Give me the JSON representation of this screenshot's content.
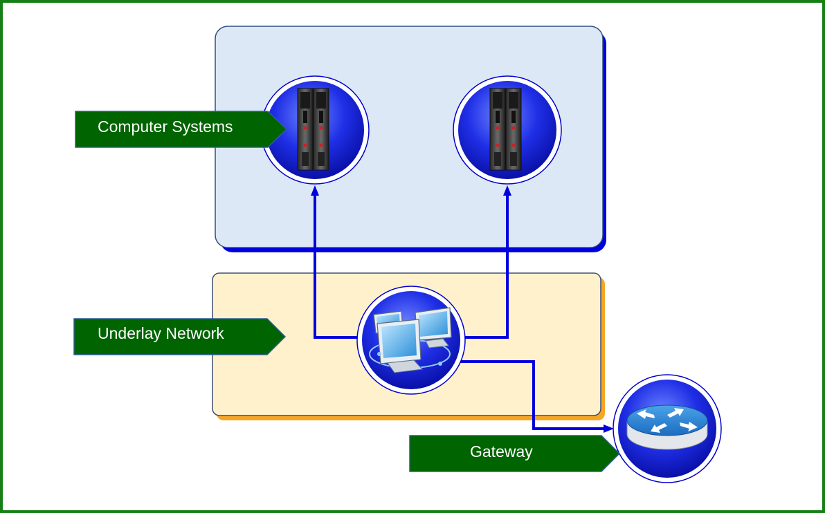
{
  "labels": {
    "computer_systems": "Computer Systems",
    "underlay_network": "Underlay Network",
    "gateway": "Gateway"
  },
  "nodes": {
    "server_1": "server-icon",
    "server_2": "server-icon",
    "network": "network-computers-icon",
    "gateway": "router-icon"
  },
  "colors": {
    "frame": "#158015",
    "label_fill": "#006400",
    "compute_zone_fill": "#dce8f6",
    "compute_zone_shadow": "#0000e0",
    "network_zone_fill": "#fff1cc",
    "network_zone_shadow": "#f5a623",
    "connector": "#0000dd",
    "node_circle": "#1a2bff"
  }
}
